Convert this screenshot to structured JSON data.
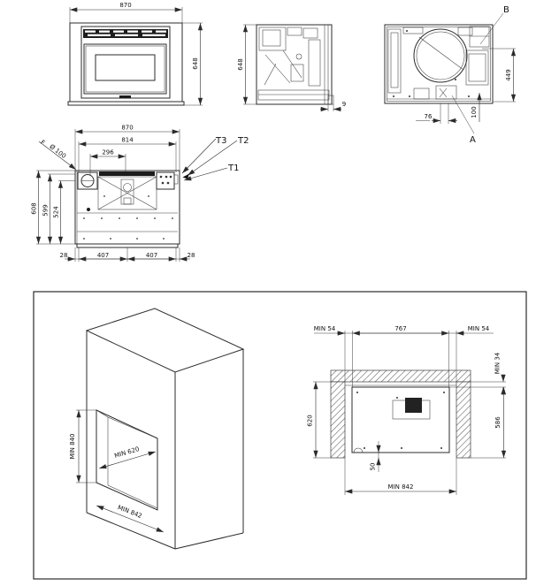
{
  "drawing": {
    "type": "fireplace-insert-technical-drawing",
    "colors": {
      "ink": "#2b2b2b",
      "background": "#ffffff",
      "hatch": "#666666"
    }
  },
  "views": {
    "front": {
      "dim_width": "870",
      "dim_height": "648"
    },
    "side": {
      "dim_height": "648",
      "dim_gap": "9"
    },
    "rear": {
      "label_b": "B",
      "label_a": "A",
      "dim_height": "449",
      "dim_a_offset": "76",
      "dim_a_height": "100"
    },
    "plan": {
      "dim_width": "870",
      "dim_inner_width": "814",
      "dim_center": "296",
      "flue_label": "F",
      "flue_diameter": "Ø 100",
      "dim_depth": "608",
      "dim_depth2": "599",
      "dim_depth3": "524",
      "dim_bottom": [
        "28",
        "407",
        "407",
        "28"
      ],
      "probes": [
        "T3",
        "T2",
        "T1"
      ]
    }
  },
  "install": {
    "enclosure": {
      "dim_height": "MIN 840",
      "dim_depth": "MIN 620",
      "dim_width": "MIN 842"
    },
    "niche": {
      "dim_left_margin": "MIN 54",
      "dim_opening": "767",
      "dim_right_margin": "MIN 54",
      "dim_top_gap": "MIN 34",
      "dim_depth": "620",
      "dim_inner_depth": "586",
      "dim_front": "50",
      "dim_min_width": "MIN 842"
    }
  }
}
